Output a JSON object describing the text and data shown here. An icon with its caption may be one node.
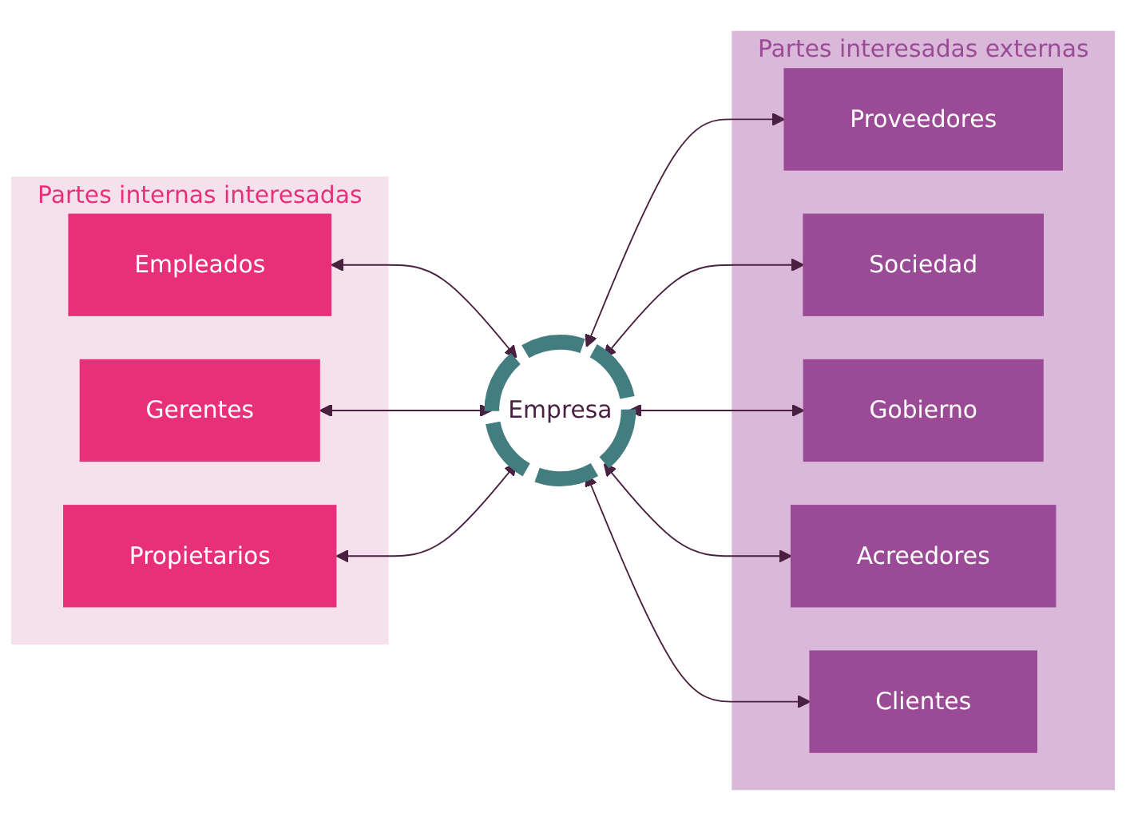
{
  "diagram": {
    "nodes": [
      {
        "text": [
          "Partes internas interesadas"
        ]
      },
      {
        "text": [
          "Empleados"
        ],
        "in": 0
      },
      {
        "text": [
          "Gerentes"
        ],
        "in": 0
      },
      {
        "text": [
          "Propietarios"
        ],
        "in": 0
      },
      {
        "text": [
          "Partes interesadas externas"
        ]
      },
      {
        "text": [
          "Proveedores"
        ],
        "in": 4
      },
      {
        "text": [
          "Sociedad"
        ],
        "in": 4
      },
      {
        "text": [
          "Gobierno"
        ],
        "in": 4
      },
      {
        "text": [
          "Acreedores"
        ],
        "in": 4
      },
      {
        "text": [
          "Clientes"
        ],
        "in": 4
      },
      {
        "text": [
          "Empresa"
        ]
      }
    ],
    "edges": [
      {
        "from": 1,
        "to": 10,
        "arrow": "both"
      },
      {
        "from": 2,
        "to": 10,
        "arrow": "both"
      },
      {
        "from": 3,
        "to": 10,
        "arrow": "both"
      },
      {
        "from": 10,
        "to": 5,
        "arrow": "both"
      },
      {
        "from": 10,
        "to": 6,
        "arrow": "both"
      },
      {
        "from": 10,
        "to": 7,
        "arrow": "both"
      },
      {
        "from": 10,
        "to": 8,
        "arrow": "both"
      },
      {
        "from": 10,
        "to": 9,
        "arrow": "both"
      }
    ]
  }
}
